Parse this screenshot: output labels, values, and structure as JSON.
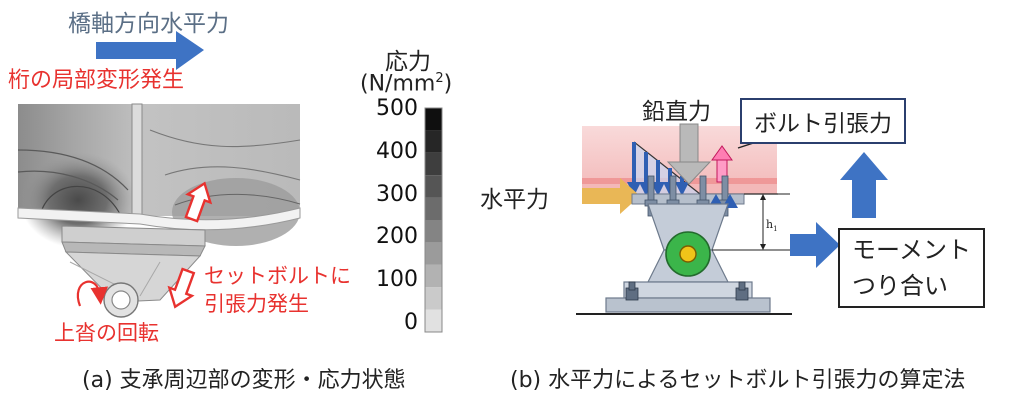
{
  "panel_a": {
    "direction_label": "橋軸方向水平力",
    "deformation_label": "桁の局部変形発生",
    "legend_title": "応力",
    "legend_unit_base": "(N/mm",
    "legend_unit_exp": "2",
    "legend_unit_close": ")",
    "legend_ticks": [
      "500",
      "400",
      "300",
      "200",
      "100",
      "0"
    ],
    "bolt_tension_line1": "セットボルトに",
    "bolt_tension_line2": "引張力発生",
    "rotation_label": "上沓の回転",
    "caption": "(a) 支承周辺部の変形・応力状態"
  },
  "panel_b": {
    "vertical_force_label": "鉛直力",
    "horizontal_force_label": "水平力",
    "bolt_tension_box": "ボルト引張力",
    "moment_line1": "モーメント",
    "moment_line2": "つり合い",
    "height_symbol": "h",
    "height_subscript": "1",
    "caption": "(b) 水平力によるセットボルト引張力の算定法"
  },
  "colors": {
    "red_text": "#e8322f",
    "blue_arrow": "#2f5fb3",
    "girder_pink": "#f5c6c6",
    "green_pin": "#3bb54a"
  }
}
